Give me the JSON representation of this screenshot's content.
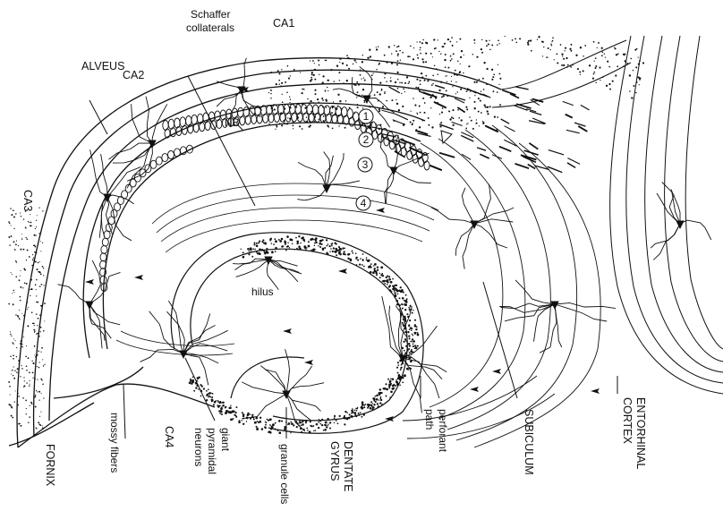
{
  "labels": {
    "ca1": "CA1",
    "ca2": "CA2",
    "ca3": "CA3",
    "ca4": "CA4",
    "alveus": "ALVEUS",
    "schaffer_1": "Schaffer",
    "schaffer_2": "collaterals",
    "nb": "NB",
    "hilus": "hilus",
    "fornix": "FORNIX",
    "mossy_fibers": "mossy fibers",
    "giant_1": "giant",
    "giant_2": "pyramidal",
    "giant_3": "neurons",
    "granule_cells": "granule cells",
    "dentate_1": "DENTATE",
    "dentate_2": "GYRUS",
    "perforant_1": "perforant",
    "perforant_2": "path",
    "subiculum": "SUBICULUM",
    "entorhinal_1": "ENTORHINAL",
    "entorhinal_2": "CORTEX",
    "num_1": "1",
    "num_2": "2",
    "num_3": "3",
    "num_4": "4"
  },
  "colors": {
    "ink": "#111111",
    "paper": "#ffffff"
  }
}
